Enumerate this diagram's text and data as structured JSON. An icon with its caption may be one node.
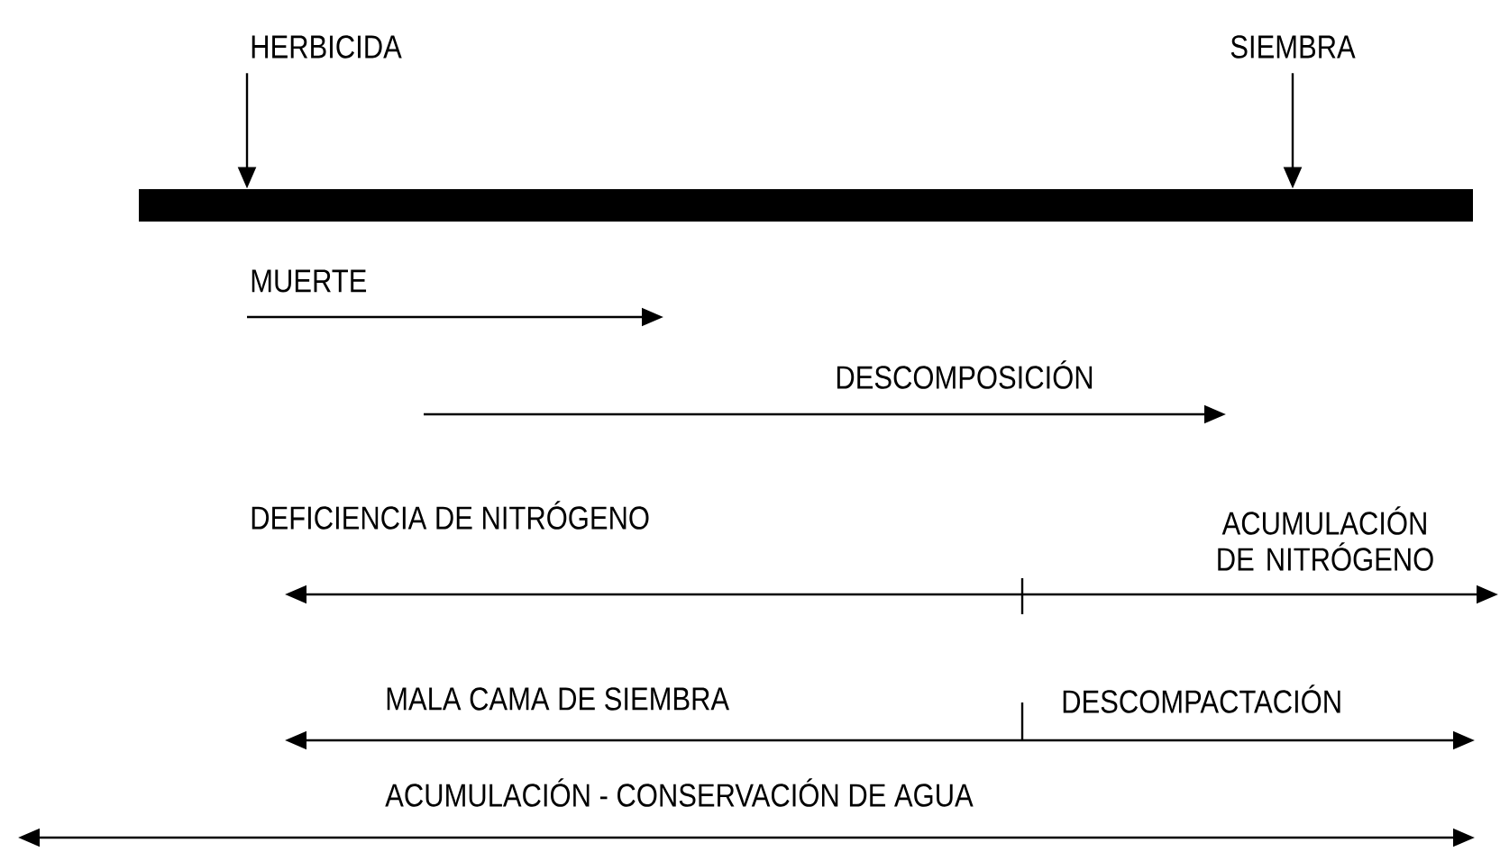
{
  "diagram": {
    "nodes": [
      {
        "text": [
          "HERBICIDA"
        ]
      },
      {
        "text": [
          "SIEMBRA"
        ]
      },
      {
        "text": [],
        "shape": "bar"
      }
    ],
    "edges": [
      {
        "from": 0,
        "to": 2,
        "arrow": "to"
      },
      {
        "from": 1,
        "to": 2,
        "arrow": "to"
      }
    ],
    "labels": [
      "MUERTE",
      "DESCOMPOSICIÓN",
      "DEFICIENCIA DE NITRÓGENO",
      "ACUMULACIÓN DE NITRÓGENO",
      "MALA CAMA DE SIEMBRA",
      "DESCOMPACTACIÓN",
      "ACUMULACIÓN - CONSERVACIÓN DE AGUA"
    ]
  }
}
